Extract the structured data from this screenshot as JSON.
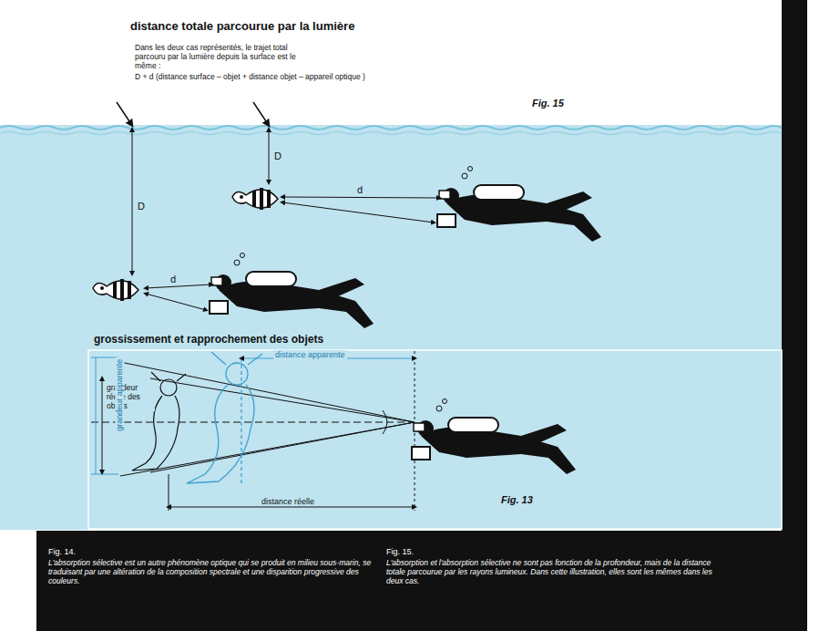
{
  "diagram": {
    "title": "distance totale parcourue par la lumière",
    "labels": [
      "Dans les deux cas représentés, le trajet total parcouru par la lumière depuis la surface est  le même :",
      "D + d (distance surface – objet + distance objet – appareil optique )",
      "Fig. 15",
      "D",
      "D",
      "d",
      "d",
      "grossissement et rapprochement des objets",
      "distance apparente",
      "grandeur réelle des objets",
      "grandeur apparente",
      "distance réelle",
      "Fig. 13",
      "Fig. 14.",
      "L'absorption sélective est un autre phénomène optique qui se produit en milieu sous-marin, se traduisant par une altération de la composition spectrale et une disparition progressive des couleurs.",
      "Fig. 15.",
      "L'absorption et l'absorption sélective ne sont pas fonction de la profondeur, mais de la distance totale parcourue par les rayons lumineux. Dans cette illustration, elles sont les mêmes dans les deux cas."
    ]
  }
}
